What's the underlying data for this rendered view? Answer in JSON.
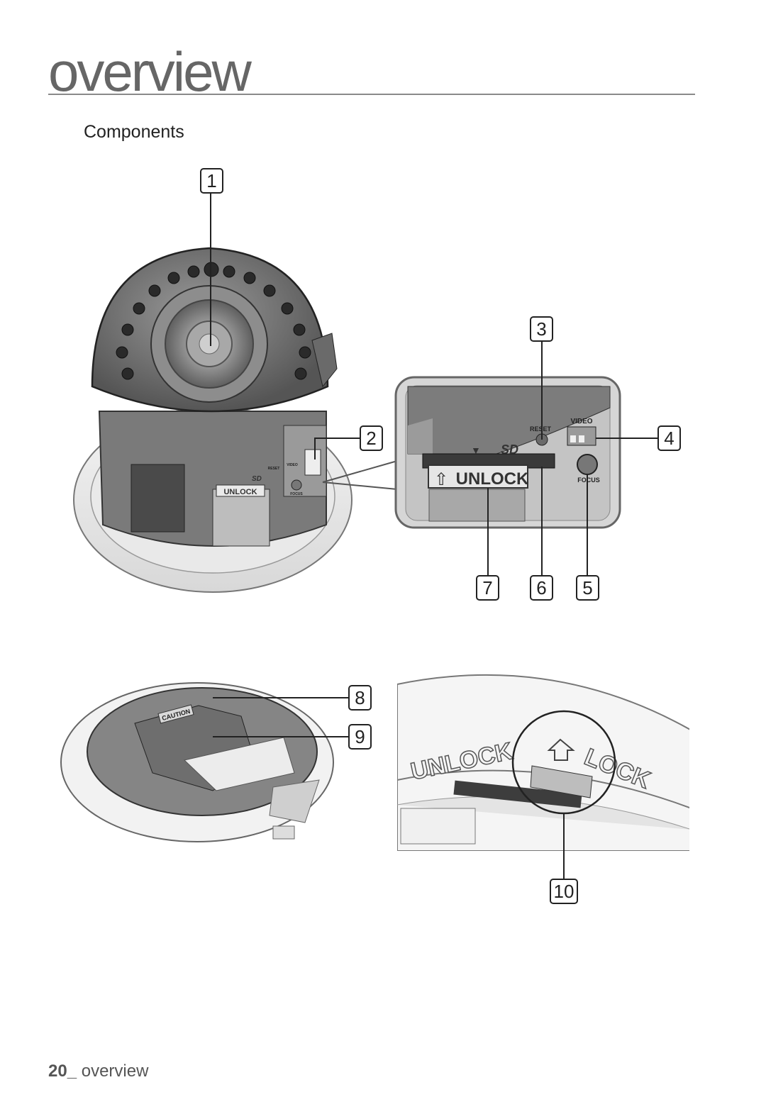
{
  "header": {
    "chapter_title": "overview"
  },
  "section": {
    "heading": "Components"
  },
  "callouts": [
    "1",
    "2",
    "3",
    "4",
    "5",
    "6",
    "7",
    "8",
    "9",
    "10"
  ],
  "labels": {
    "unlock_small": "UNLOCK",
    "sd_small": "SD",
    "reset_small": "RESET",
    "video_small": "VIDEO",
    "focus_small": "FOCUS",
    "unlock_zoom": "UNLOCK",
    "sd_zoom": "SD",
    "reset_zoom": "RESET",
    "video_zoom": "VIDEO",
    "focus_zoom": "FOCUS",
    "caution": "CAUTION",
    "ring_unlock": "UNLOCK",
    "ring_lock": "LOCK"
  },
  "footer": {
    "page_number": "20_",
    "section": "overview"
  }
}
